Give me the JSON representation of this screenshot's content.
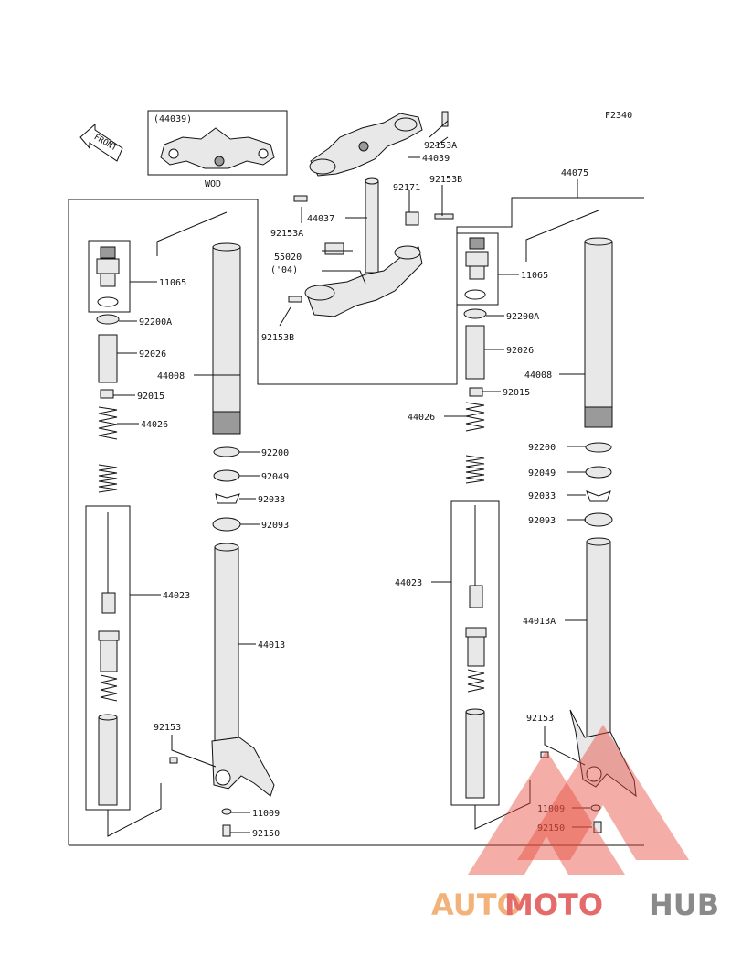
{
  "diagram": {
    "code": "F2340",
    "front_label": "FRONT",
    "inset": {
      "ref": "(44039)",
      "caption": "WOD"
    },
    "labels": {
      "l_11065": "11065",
      "l_92200A": "92200A",
      "l_92026": "92026",
      "l_44008": "44008",
      "l_92015": "92015",
      "l_44026": "44026",
      "l_92200": "92200",
      "l_92049": "92049",
      "l_92033": "92033",
      "l_92093": "92093",
      "l_44023": "44023",
      "l_44013": "44013",
      "l_92153": "92153",
      "l_11009": "11009",
      "l_92150": "92150",
      "r_44075": "44075",
      "r_11065": "11065",
      "r_92200A": "92200A",
      "r_92026": "92026",
      "r_44008": "44008",
      "r_92015": "92015",
      "r_44026": "44026",
      "r_92200": "92200",
      "r_92049": "92049",
      "r_92033": "92033",
      "r_92093": "92093",
      "r_44023": "44023",
      "r_44013A": "44013A",
      "r_92153": "92153",
      "r_11009": "11009",
      "r_92150": "92150",
      "t_92153A_1": "92153A",
      "t_44039": "44039",
      "t_92153B_1": "92153B",
      "t_92171": "92171",
      "t_44037": "44037",
      "t_92153A_2": "92153A",
      "t_55020": "55020",
      "t_04": "('04)",
      "t_92153B_2": "92153B"
    }
  },
  "watermark": {
    "text_a": "AUTO",
    "text_b": "MOTO",
    "text_c": "HUB",
    "color_a": "#f2b27a",
    "color_b": "#e56b6b",
    "color_c": "#8a8a8a",
    "triangle_color": "#e74c3c"
  }
}
